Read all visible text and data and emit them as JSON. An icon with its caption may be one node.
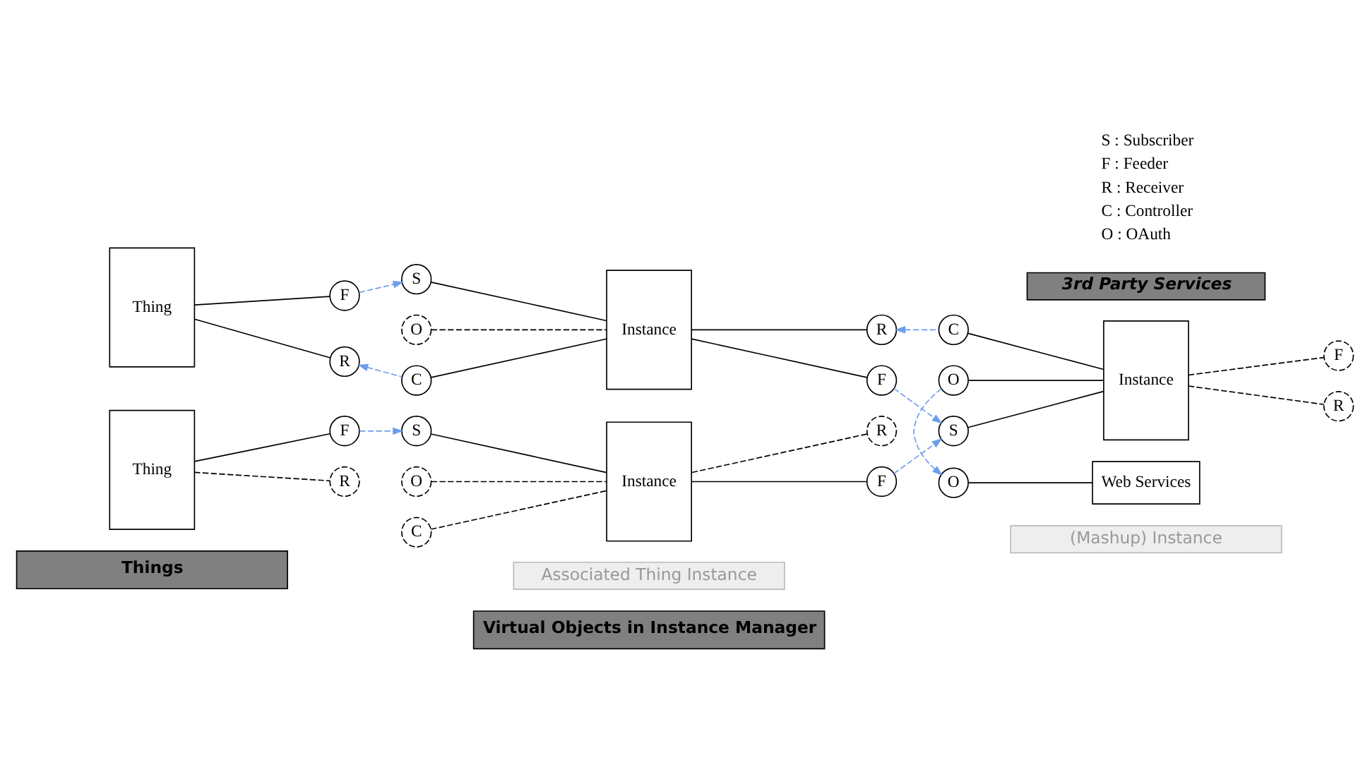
{
  "diagram": {
    "nodes": [
      {
        "text": [
          "Things"
        ]
      },
      {
        "text": [
          "Virtual Objects in Instance Manager"
        ]
      },
      {
        "text": [
          "Associated Thing Instance"
        ]
      },
      {
        "text": [
          "(Mashup) Instance"
        ]
      },
      {
        "text": [
          "Thing"
        ]
      },
      {
        "text": [
          "F"
        ]
      },
      {
        "text": [
          "R"
        ]
      },
      {
        "text": [
          "Instance"
        ]
      },
      {
        "text": [
          "S"
        ]
      },
      {
        "text": [
          "O"
        ]
      },
      {
        "text": [
          "C"
        ]
      },
      {
        "text": [
          "F"
        ]
      },
      {
        "text": [
          "R"
        ]
      },
      {
        "text": [
          "Thing"
        ]
      },
      {
        "text": [
          "F"
        ]
      },
      {
        "text": [
          "R"
        ]
      },
      {
        "text": [
          "Instance"
        ]
      },
      {
        "text": [
          "S"
        ]
      },
      {
        "text": [
          "O"
        ]
      },
      {
        "text": [
          "C"
        ]
      },
      {
        "text": [
          "F"
        ]
      },
      {
        "text": [
          "R"
        ]
      },
      {
        "text": [
          "Instance"
        ]
      },
      {
        "text": [
          "S"
        ]
      },
      {
        "text": [
          "O"
        ]
      },
      {
        "text": [
          "C"
        ]
      },
      {
        "text": [
          "F"
        ]
      },
      {
        "text": [
          "R"
        ]
      },
      {
        "text": [
          "3rd Party Services"
        ]
      },
      {
        "text": [
          "O"
        ]
      },
      {
        "text": [
          "Web Services"
        ]
      }
    ],
    "edges": [
      {
        "from": 4,
        "to": 5,
        "arrow": "none"
      },
      {
        "from": 4,
        "to": 6,
        "arrow": "none"
      },
      {
        "from": 8,
        "to": 7,
        "arrow": "none"
      },
      {
        "from": 9,
        "to": 7,
        "arrow": "none",
        "style": "dashed"
      },
      {
        "from": 10,
        "to": 7,
        "arrow": "none"
      },
      {
        "from": 7,
        "to": 11,
        "arrow": "none"
      },
      {
        "from": 7,
        "to": 12,
        "arrow": "none"
      },
      {
        "from": 13,
        "to": 14,
        "arrow": "none"
      },
      {
        "from": 13,
        "to": 15,
        "arrow": "none",
        "style": "dashed"
      },
      {
        "from": 17,
        "to": 16,
        "arrow": "none"
      },
      {
        "from": 18,
        "to": 16,
        "arrow": "none",
        "style": "dashed"
      },
      {
        "from": 19,
        "to": 16,
        "arrow": "none",
        "style": "dashed"
      },
      {
        "from": 16,
        "to": 20,
        "arrow": "none"
      },
      {
        "from": 16,
        "to": 21,
        "arrow": "none",
        "style": "dashed"
      },
      {
        "from": 23,
        "to": 22,
        "arrow": "none"
      },
      {
        "from": 24,
        "to": 22,
        "arrow": "none"
      },
      {
        "from": 25,
        "to": 22,
        "arrow": "none"
      },
      {
        "from": 22,
        "to": 26,
        "arrow": "none",
        "style": "dashed"
      },
      {
        "from": 22,
        "to": 27,
        "arrow": "none",
        "style": "dashed"
      },
      {
        "from": 29,
        "to": 30,
        "arrow": "none"
      },
      {
        "from": 5,
        "to": 8,
        "arrow": "to",
        "style": "dashed",
        "color": "#6d9eeb"
      },
      {
        "from": 10,
        "to": 6,
        "arrow": "to",
        "style": "dashed",
        "color": "#6d9eeb"
      },
      {
        "from": 14,
        "to": 17,
        "arrow": "to",
        "style": "dashed",
        "color": "#6d9eeb"
      },
      {
        "from": 11,
        "to": 23,
        "arrow": "to",
        "style": "dashed",
        "color": "#6d9eeb"
      },
      {
        "from": 20,
        "to": 23,
        "arrow": "to",
        "style": "dashed",
        "color": "#6d9eeb"
      },
      {
        "from": 25,
        "to": 12,
        "arrow": "to",
        "style": "dashed",
        "color": "#6d9eeb"
      },
      {
        "from": 24,
        "to": 29,
        "arrow": "to",
        "style": "dashed",
        "color": "#6d9eeb"
      }
    ],
    "legend": [
      {
        "text": "S : Subscriber"
      },
      {
        "text": "F : Feeder"
      },
      {
        "text": "R : Receiver"
      },
      {
        "text": "C : Controller"
      },
      {
        "text": "O : OAuth"
      }
    ]
  }
}
